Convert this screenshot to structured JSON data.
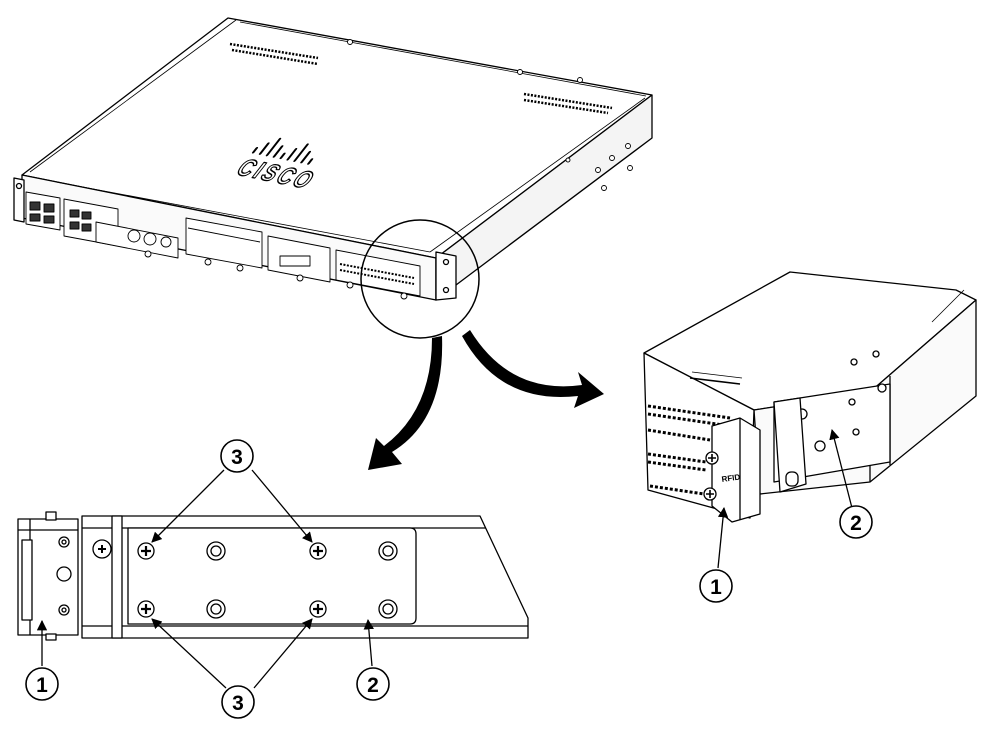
{
  "brand": {
    "logo_text": "CISCO"
  },
  "detail_view": {
    "label_text": "RFID"
  },
  "callouts": {
    "rack_ear": "1",
    "mounting_bracket": "2",
    "screws": "3"
  }
}
